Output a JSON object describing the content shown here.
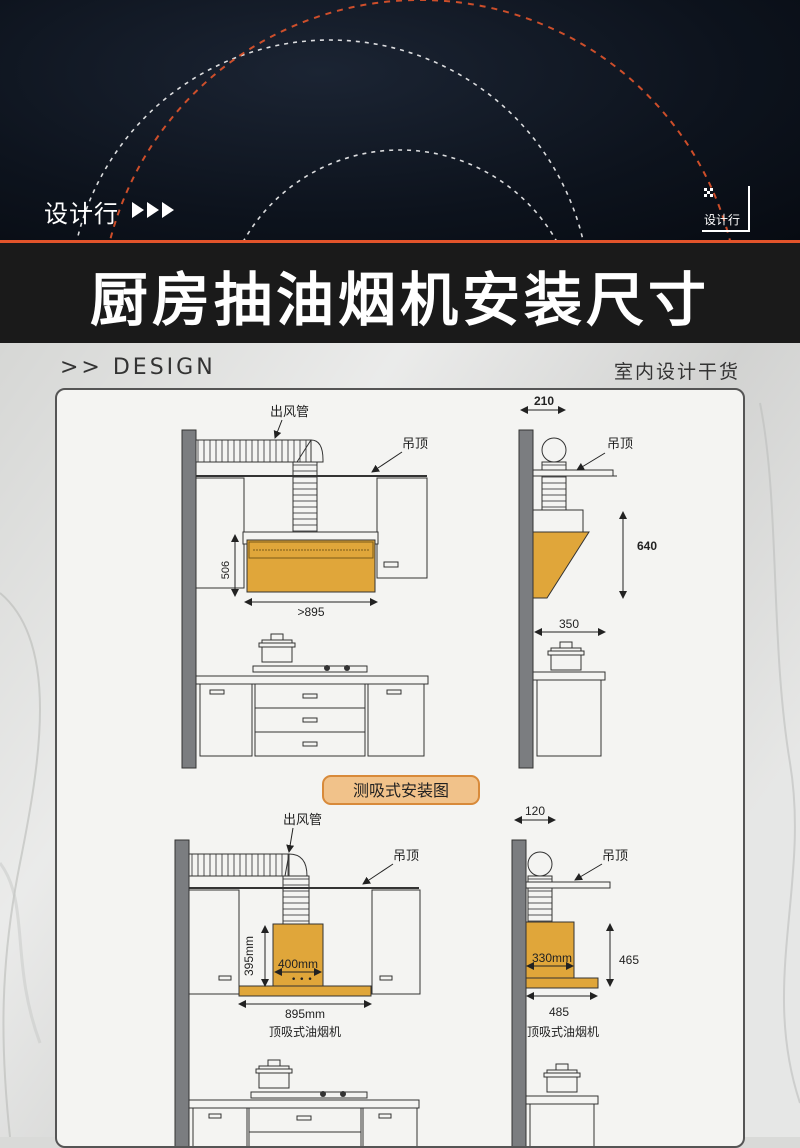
{
  "header": {
    "brand": "设计行",
    "logo_text": "设计行",
    "title": "厨房抽油烟机安装尺寸"
  },
  "subheader": {
    "left": ">> DESIGN",
    "right": "室内设计干货"
  },
  "colors": {
    "accent": "#e2542b",
    "hood_fill": "#e0a63a",
    "badge_fill": "#f1c28a"
  },
  "side_suction": {
    "section_label": "测吸式安装图",
    "front": {
      "duct_label": "出风管",
      "ceiling_label": "吊顶",
      "height_dim": "506",
      "width_dim": ">895"
    },
    "side": {
      "duct_dim": "210",
      "ceiling_label": "吊顶",
      "height_dim": "640",
      "depth_dim": "350"
    }
  },
  "top_suction": {
    "front": {
      "duct_label": "出风管",
      "ceiling_label": "吊顶",
      "height_dim": "395mm",
      "inner_width_dim": "400mm",
      "width_dim": "895mm",
      "caption": "顶吸式油烟机"
    },
    "side": {
      "duct_dim": "120",
      "ceiling_label": "吊顶",
      "inner_width_dim": "330mm",
      "height_dim": "465",
      "width_dim": "485",
      "caption": "顶吸式油烟机"
    }
  }
}
